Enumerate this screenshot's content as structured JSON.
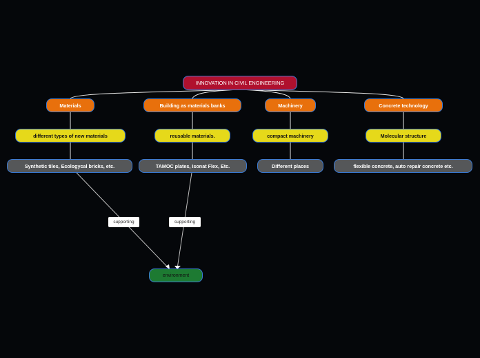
{
  "diagram": {
    "root": "INNOVATION IN CIVIL ENGINEERING",
    "branches": [
      {
        "topic": "Materials",
        "sub": "different types of new materials",
        "detail": "Synthetic tiles, Ecologycal bricks, etc."
      },
      {
        "topic": "Building as materials banks",
        "sub": "reusable materials.",
        "detail": "TAMOC plates, Isonat Flex, Etc."
      },
      {
        "topic": "Machinery",
        "sub": "compact machinery",
        "detail": "Different places"
      },
      {
        "topic": "Concrete technology",
        "sub": "Molecular structure",
        "detail": "flexible concrete, auto repair concrete etc."
      }
    ],
    "floating": "environment",
    "relationships": [
      {
        "from": "Synthetic tiles, Ecologycal bricks, etc.",
        "to": "environment",
        "label": "supporting"
      },
      {
        "from": "TAMOC plates, Isonat Flex, Etc.",
        "to": "environment",
        "label": "supporting"
      }
    ]
  },
  "colors": {
    "background": "#05070a",
    "root": "#b0102e",
    "topic": "#e8700c",
    "subtopic": "#e6d91a",
    "detail": "#555759",
    "floating": "#1d7a32",
    "border": "#3a7bd5"
  }
}
